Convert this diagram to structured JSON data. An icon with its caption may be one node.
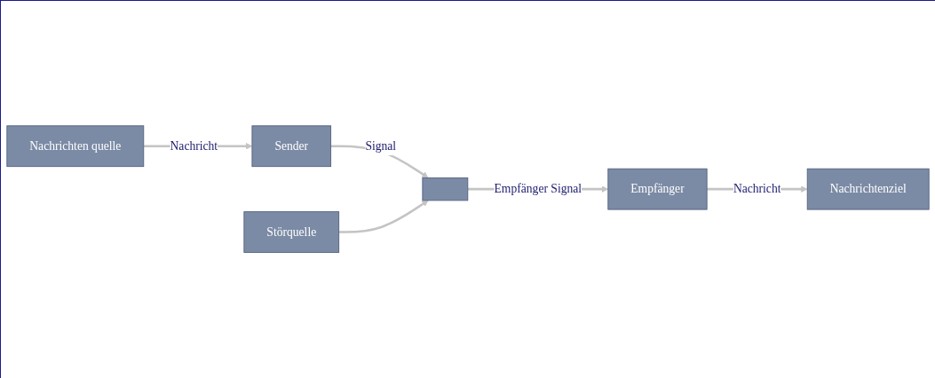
{
  "diagram": {
    "nodes": [
      {
        "text": [
          "Nachrichten quelle"
        ]
      },
      {
        "text": [
          "Sender"
        ]
      },
      {
        "text": [],
        "shape": "box"
      },
      {
        "text": [
          "Empfänger"
        ]
      },
      {
        "text": [
          "Nachrichtenziel"
        ]
      },
      {
        "text": [
          "Störquelle"
        ]
      }
    ],
    "edges": [
      {
        "from": 0,
        "to": 1,
        "arrow": "to",
        "label": "Nachricht"
      },
      {
        "from": 1,
        "to": 2,
        "arrow": "to",
        "label": "Signal"
      },
      {
        "from": 2,
        "to": 3,
        "arrow": "to",
        "label": "Empfänger Signal"
      },
      {
        "from": 3,
        "to": 4,
        "arrow": "to",
        "label": "Nachricht"
      },
      {
        "from": 5,
        "to": 2,
        "arrow": "to"
      }
    ]
  }
}
